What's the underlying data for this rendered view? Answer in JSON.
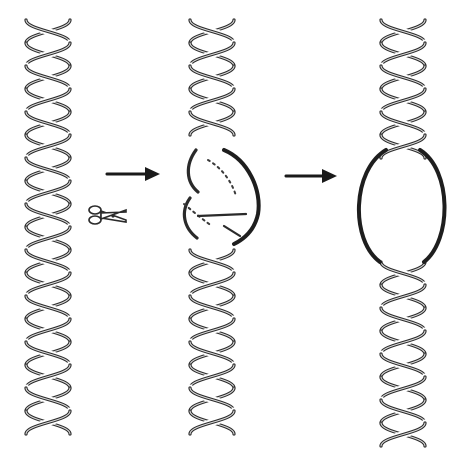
{
  "diagram": {
    "panels": [
      {
        "id": "intact-helix",
        "state": "intact"
      },
      {
        "id": "cut-helix",
        "state": "single-strand-cut-with-dotted-unwinding"
      },
      {
        "id": "relaxed-helix",
        "state": "unwound-bubble"
      }
    ],
    "arrows": [
      "arrow-1",
      "arrow-2"
    ],
    "icons": {
      "scissors": "scissors-icon"
    },
    "colors": {
      "line": "#2a2a2a",
      "background": "#ffffff"
    }
  }
}
